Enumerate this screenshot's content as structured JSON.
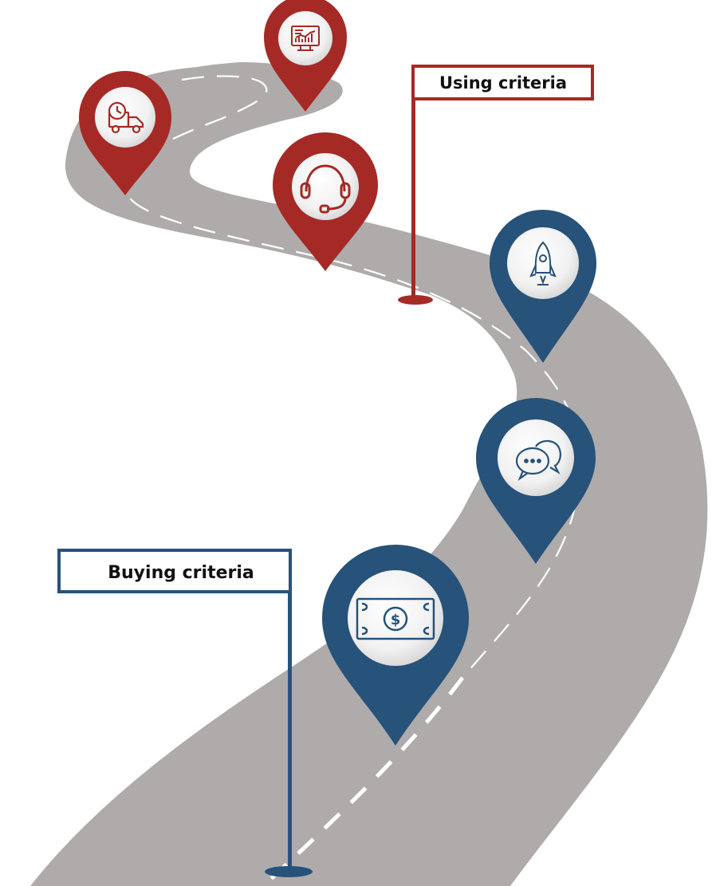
{
  "signs": {
    "using": {
      "label": "Using criteria"
    },
    "buying": {
      "label": "Buying criteria"
    }
  },
  "pins": [
    {
      "icon": "delivery-truck-clock-icon",
      "stage": "using"
    },
    {
      "icon": "monitor-analytics-icon",
      "stage": "using"
    },
    {
      "icon": "headset-support-icon",
      "stage": "using"
    },
    {
      "icon": "rocket-icon",
      "stage": "buying"
    },
    {
      "icon": "chat-bubbles-icon",
      "stage": "buying"
    },
    {
      "icon": "banknote-dollar-icon",
      "stage": "buying"
    }
  ],
  "colors": {
    "using": "#a52a26",
    "buying": "#27527a",
    "road": "#afabab",
    "lane_marking": "#ffffff",
    "icon_bg": "#f3f3f3",
    "label_text": "#111111"
  }
}
